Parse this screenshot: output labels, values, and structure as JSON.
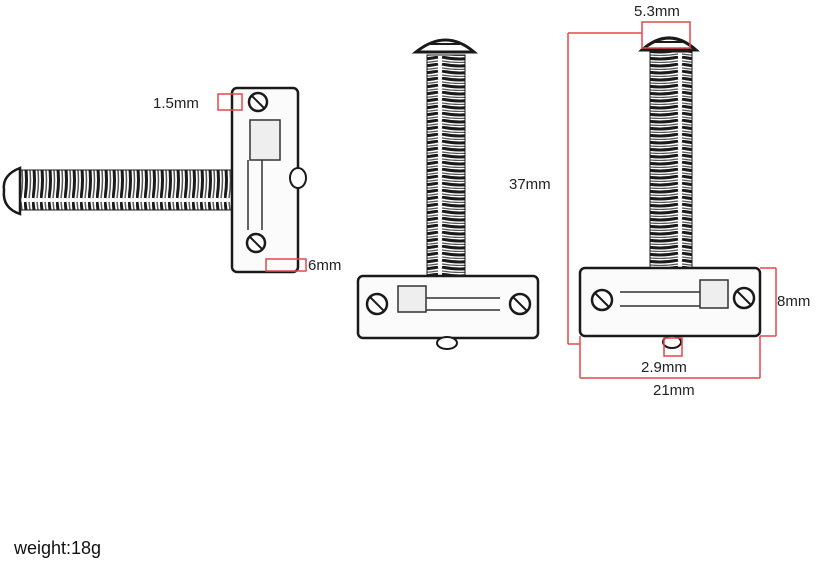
{
  "colors": {
    "dimension_line": "#e4474b",
    "outline": "#1a1a1a",
    "text": "#222222"
  },
  "labels": {
    "side_view": {
      "hole_dia": "1.5mm",
      "thickness": "6mm"
    },
    "dimensioned_view": {
      "screw_head": "5.3mm",
      "total_length": "37mm",
      "height": "8mm",
      "hole": "2.9mm",
      "width": "21mm"
    }
  },
  "footer": {
    "weight": "weight:18g"
  }
}
